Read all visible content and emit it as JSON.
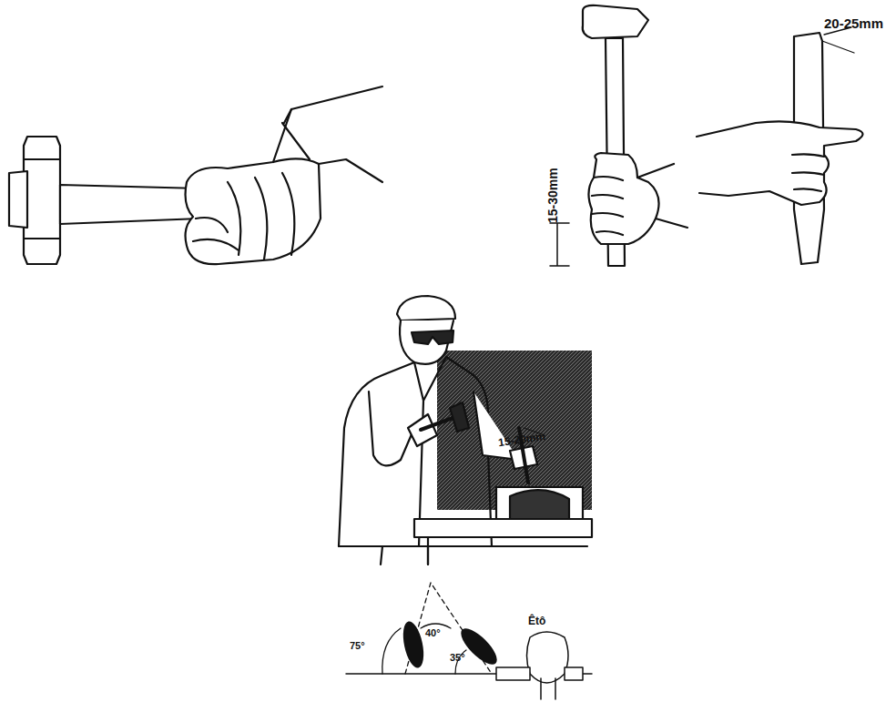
{
  "diagram": {
    "labels": [
      "20-25mm",
      "15-30mm",
      "15-20mm",
      "75°",
      "40°",
      "35°",
      "Êtô"
    ]
  }
}
